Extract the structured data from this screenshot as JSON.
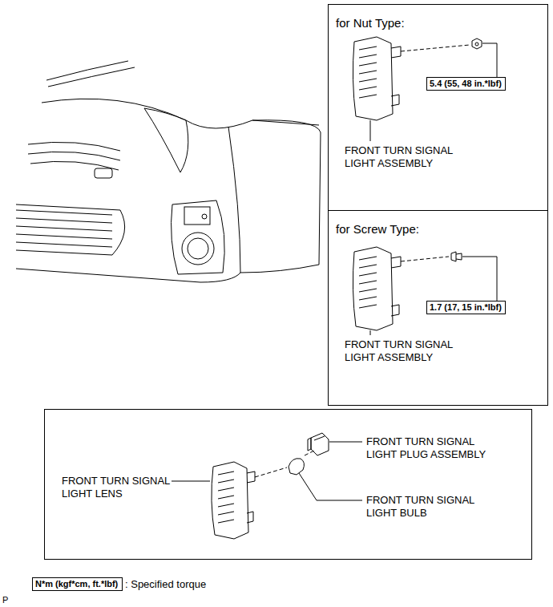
{
  "diagram": {
    "nodes": [
      {
        "text": [
          "for Nut Type:"
        ]
      },
      {
        "text": [
          "5.4 (55, 48 in.*lbf)"
        ],
        "in": 0
      },
      {
        "text": [
          "for Screw Type:"
        ]
      },
      {
        "text": [
          "1.7 (17, 15 in.*lbf)"
        ],
        "in": 2
      },
      {
        "text": [
          "N*m (kgf*cm, ft.*lbf)"
        ]
      }
    ],
    "labels": [
      "FRONT TURN SIGNAL LIGHT ASSEMBLY",
      "FRONT TURN SIGNAL LIGHT ASSEMBLY",
      "FRONT TURN SIGNAL LIGHT PLUG ASSEMBLY",
      "FRONT TURN SIGNAL LIGHT LENS",
      "FRONT TURN SIGNAL LIGHT BULB",
      ": Specified torque",
      "P"
    ]
  }
}
